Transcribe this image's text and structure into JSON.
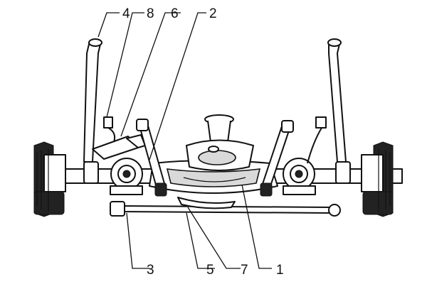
{
  "callouts": {
    "top": [
      "4",
      "8",
      "6",
      "2"
    ],
    "bottom": [
      "3",
      "5",
      "7",
      "1"
    ]
  },
  "colors": {
    "stroke": "#111111",
    "background": "#ffffff",
    "shade": "#d9d9d9",
    "dark": "#222222"
  }
}
